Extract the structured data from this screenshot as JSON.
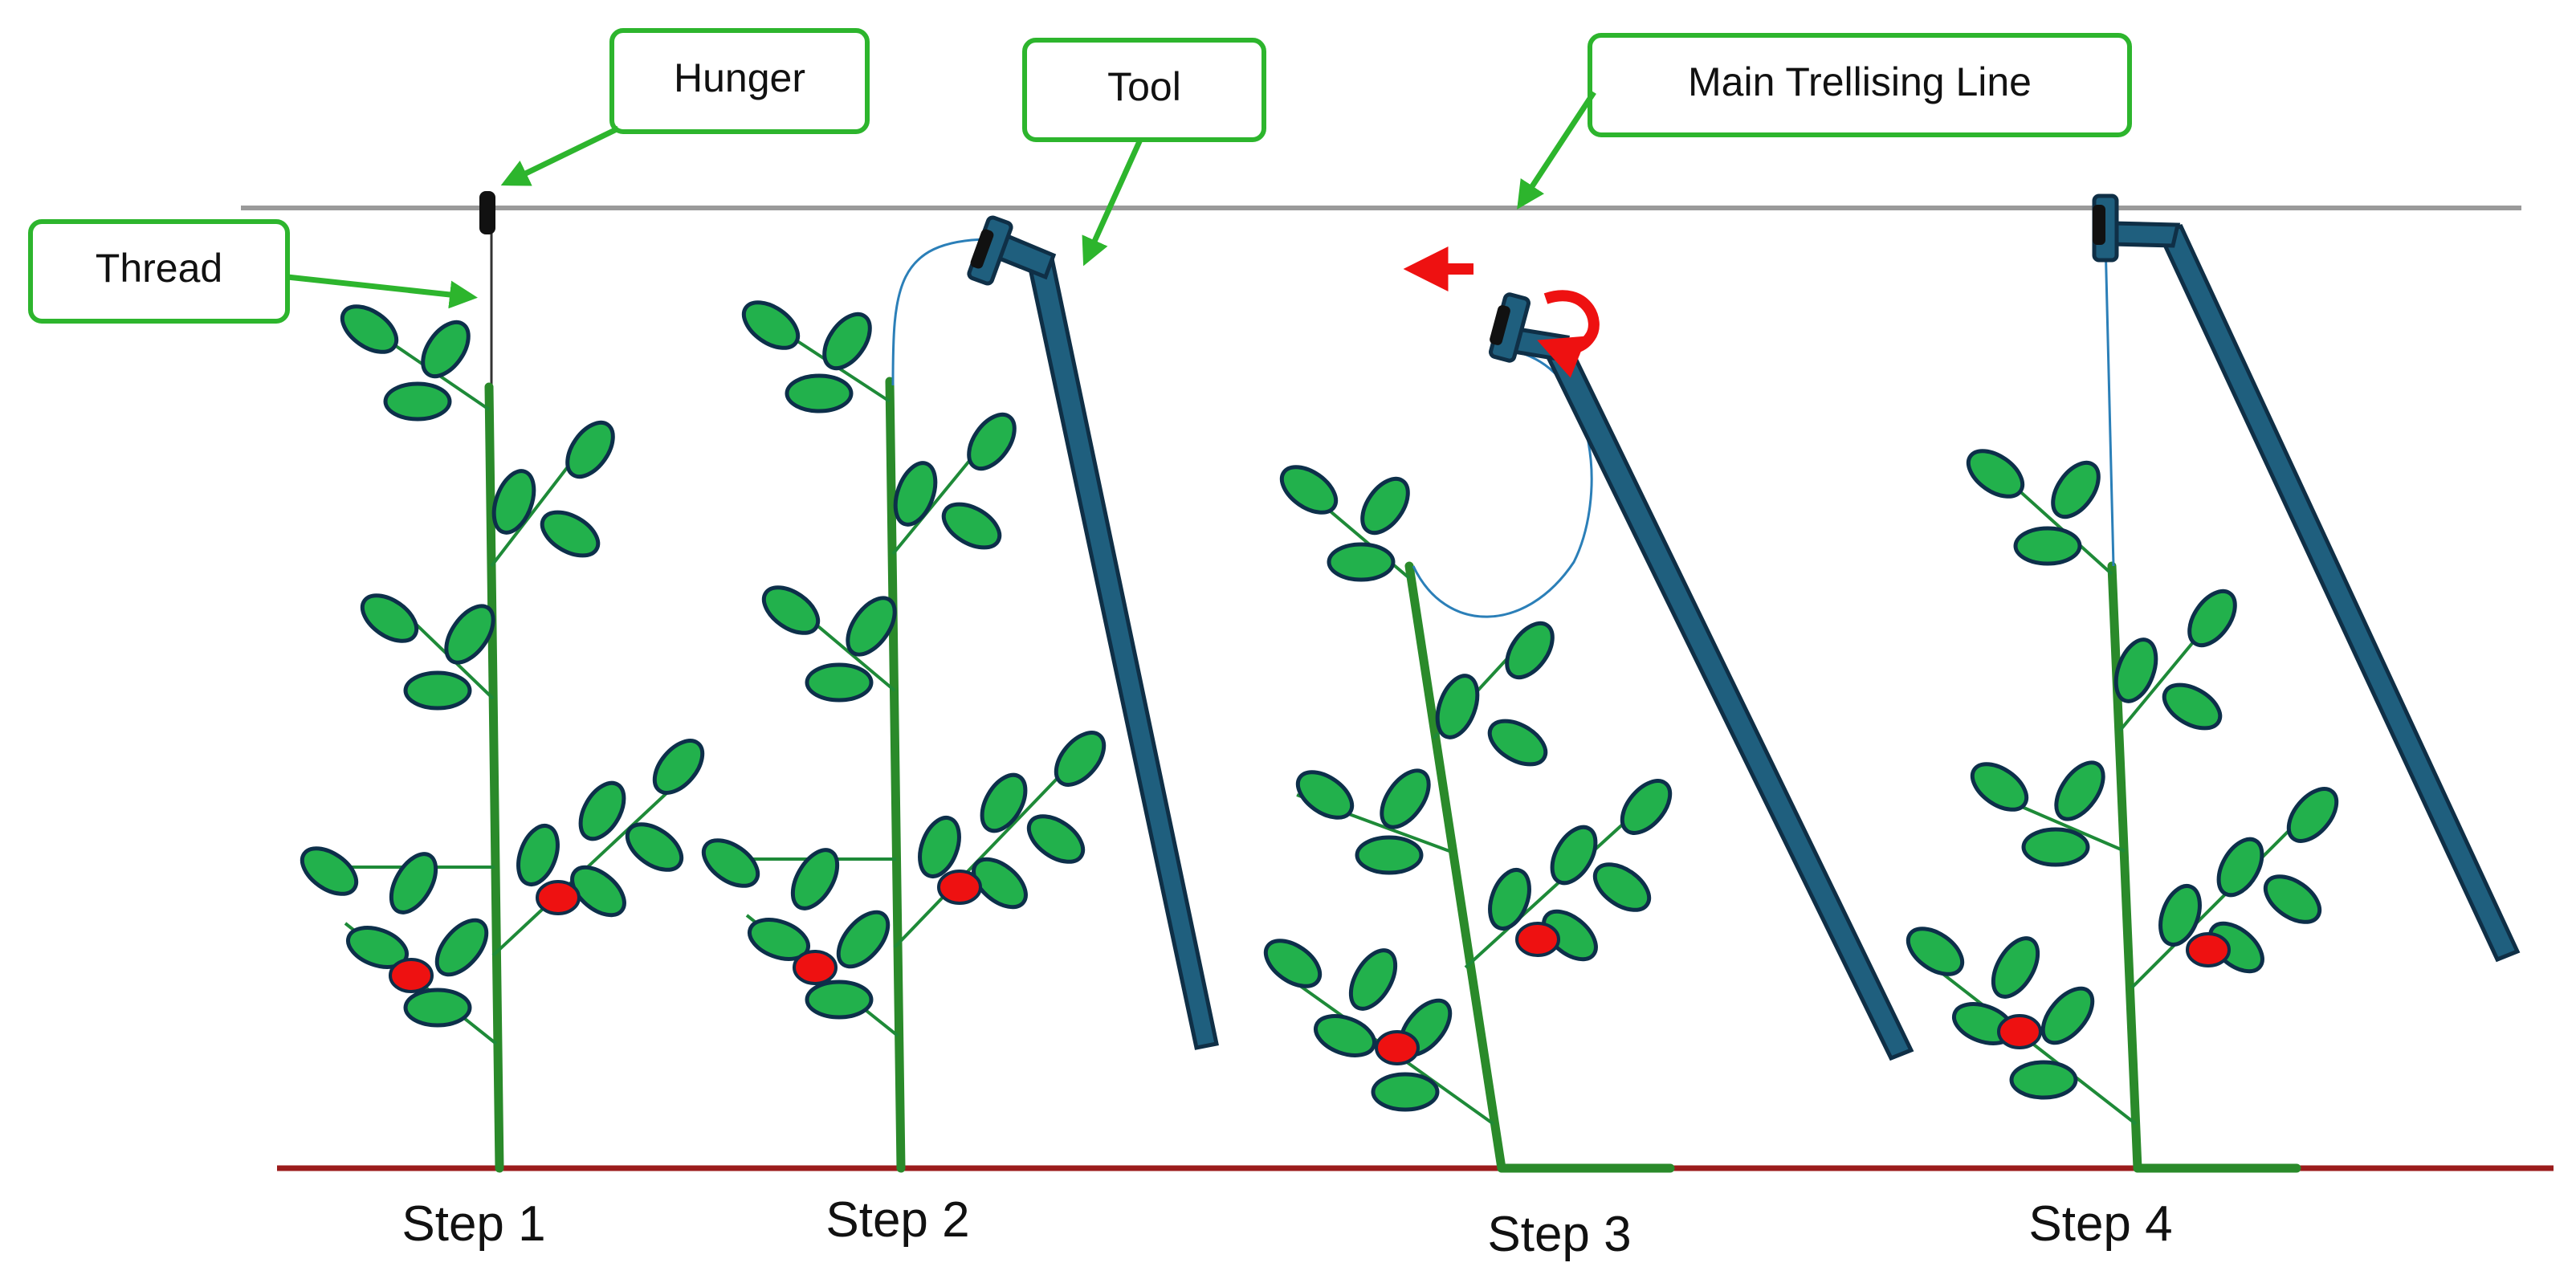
{
  "callouts": {
    "hunger": "Hunger",
    "tool": "Tool",
    "main_line": "Main Trellising Line",
    "thread": "Thread"
  },
  "steps": [
    "Step 1",
    "Step 2",
    "Step 3",
    "Step 4"
  ],
  "colors": {
    "callout_border": "#2db52d",
    "arrow_green": "#2db52d",
    "trellis_line": "#9a9a9a",
    "ground_line": "#9b1c1c",
    "stem": "#2a8a2a",
    "leaf": "#22b14c",
    "leaf_outline": "#0d2f4a",
    "fruit": "#ee1111",
    "tool_pole": "#1f5f7e",
    "thread": "#2b7fb8",
    "motion_arrow": "#ee1111"
  },
  "icons": {
    "hanger": "hook-clip-icon",
    "motion": "red-curved-arrow-icon"
  }
}
